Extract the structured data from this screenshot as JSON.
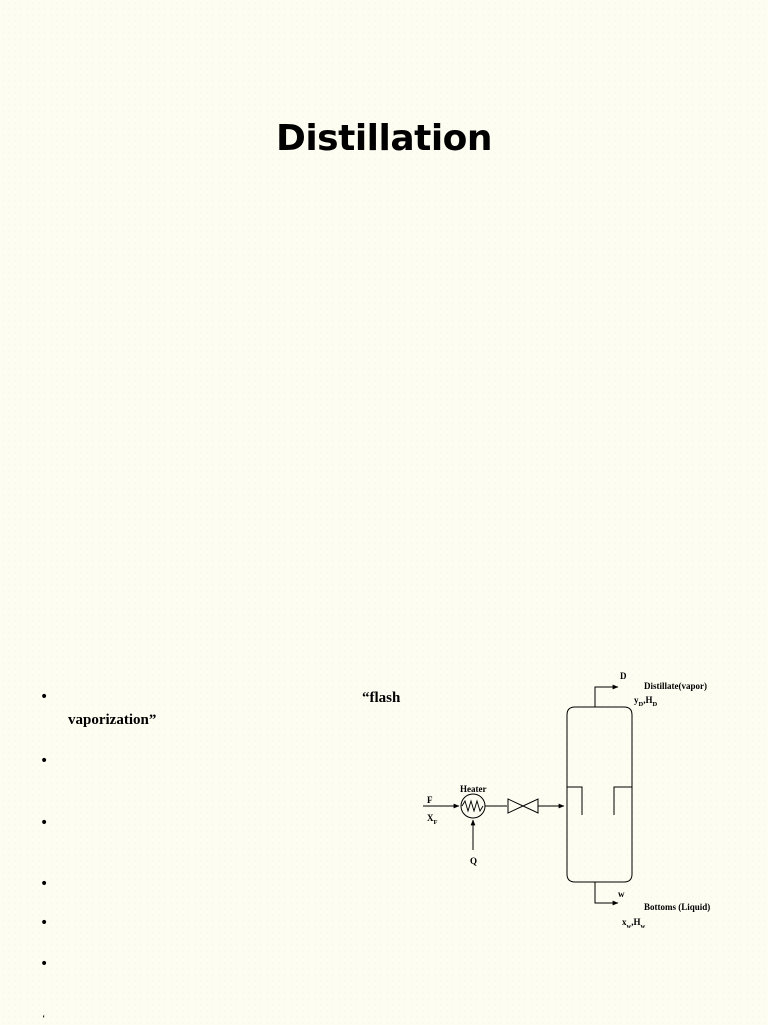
{
  "slide": {
    "title": "Distillation"
  },
  "bullets": [
    {
      "text": "“flash"
    },
    {
      "text": "vaporization”"
    }
  ],
  "diagram": {
    "feed": "F",
    "feed_comp": "X",
    "feed_comp_sub": "F",
    "heater": "Heater",
    "heat": "Q",
    "top_stream": "D",
    "top_product": "Distillate(vapor)",
    "top_y": "y",
    "top_y_sub": "D",
    "top_h": ",H",
    "top_h_sub": "D",
    "bottom_stream": "w",
    "bottom_product": "Bottoms (Liquid)",
    "bottom_x": "x",
    "bottom_x_sub": "w",
    "bottom_h": ",H",
    "bottom_h_sub": "w"
  },
  "stray_mark": "‘"
}
